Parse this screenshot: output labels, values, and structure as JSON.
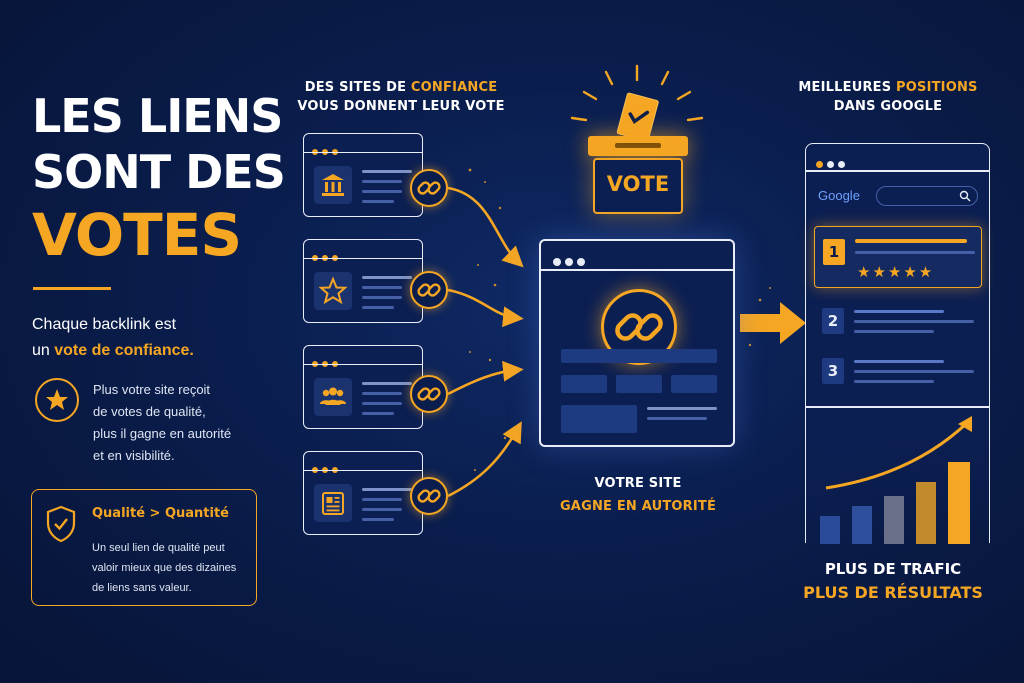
{
  "title": {
    "line1": "LES LIENS",
    "line2": "SONT DES",
    "line3": "VOTES"
  },
  "intro": {
    "line1": "Chaque backlink est",
    "line2_prefix": "un ",
    "line2_accent": "vote de confiance."
  },
  "info": {
    "line1": "Plus votre site reçoit",
    "line2": "de votes de qualité,",
    "line3": "plus il gagne en autorité",
    "line4": "et en visibilité."
  },
  "quality_box": {
    "title": "Qualité > Quantité",
    "line1": "Un seul lien de qualité peut",
    "line2": "valoir mieux que des dizaines",
    "line3": "de liens sans valeur."
  },
  "trusted_sites": {
    "line1_prefix": "DES SITES DE ",
    "line1_accent": "CONFIANCE",
    "line2": "VOUS DONNENT LEUR VOTE",
    "sources": [
      {
        "icon": "bank-icon"
      },
      {
        "icon": "star-icon"
      },
      {
        "icon": "people-icon"
      },
      {
        "icon": "newspaper-icon"
      }
    ]
  },
  "ballot": {
    "label": "VOTE"
  },
  "your_site": {
    "line1": "VOTRE SITE",
    "line2": "GAGNE EN AUTORITÉ"
  },
  "google": {
    "heading_prefix": "MEILLEURES ",
    "heading_accent": "POSITIONS",
    "heading_line2": "DANS GOOGLE",
    "logo": "Google",
    "results": [
      {
        "rank": "1",
        "stars": "★★★★★"
      },
      {
        "rank": "2"
      },
      {
        "rank": "3"
      }
    ]
  },
  "traffic": {
    "line1": "PLUS DE TRAFIC",
    "line2": "PLUS DE RÉSULTATS"
  },
  "colors": {
    "accent": "#f5a623",
    "background": "#0a1d4c",
    "google_blue": "#4285f4",
    "google_red": "#ea4335",
    "google_yellow": "#fbbc05",
    "google_green": "#34a853"
  }
}
